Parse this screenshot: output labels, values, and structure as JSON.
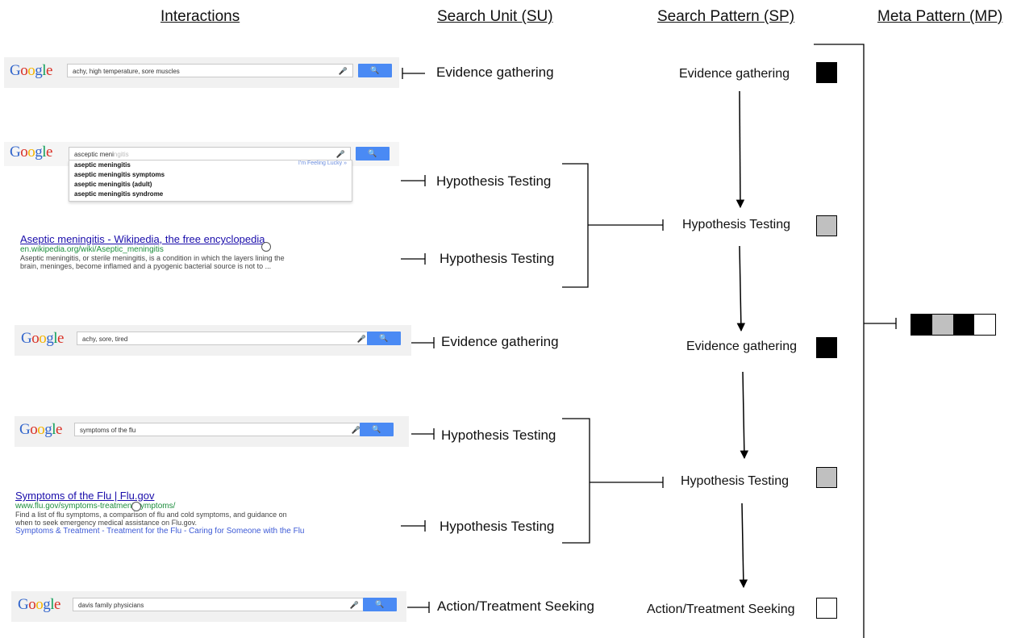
{
  "headers": {
    "interactions": "Interactions",
    "search_unit": "Search Unit (SU)",
    "search_pattern": "Search Pattern (SP)",
    "meta_pattern": "Meta Pattern (MP)"
  },
  "google_logo": "Google",
  "search_button_icon": "search-icon",
  "interactions": {
    "q1": "achy, high temperature, sore muscles",
    "q2": "asceptic meni",
    "q2_ghost": "ngitis",
    "suggestions": [
      "aseptic meningitis",
      "aseptic meningitis symptoms",
      "aseptic meningitis (adult)",
      "aseptic meningitis syndrome"
    ],
    "lucky": "I'm Feeling Lucky »",
    "r1_title": "Aseptic meningitis - Wikipedia, the free encyclopedia",
    "r1_url": "en.wikipedia.org/wiki/Aseptic_meningitis",
    "r1_snippet_1": "Aseptic meningitis, or sterile meningitis, is a condition in which the layers lining the",
    "r1_snippet_2": "brain, meninges, become inflamed and a pyogenic bacterial source is not to ...",
    "q3": "achy, sore, tired",
    "q4": "symptoms of the flu",
    "r2_title": "Symptoms of the Flu | Flu.gov",
    "r2_url": "www.flu.gov/symptoms-treatment/symptoms/",
    "r2_snippet_1": "Find a list of flu symptoms, a comparison of flu and cold symptoms, and guidance on",
    "r2_snippet_2": "when to seek emergency medical assistance on Flu.gov.",
    "r2_links": "Symptoms & Treatment - Treatment for the Flu - Caring for Someone with the Flu",
    "q5": "davis family physicians"
  },
  "search_units": [
    "Evidence gathering",
    "Hypothesis Testing",
    "Hypothesis Testing",
    "Evidence gathering",
    "Hypothesis Testing",
    "Hypothesis Testing",
    "Action/Treatment Seeking"
  ],
  "search_patterns": [
    {
      "label": "Evidence gathering",
      "color": "black"
    },
    {
      "label": "Hypothesis Testing",
      "color": "gray"
    },
    {
      "label": "Evidence gathering",
      "color": "black"
    },
    {
      "label": "Hypothesis Testing",
      "color": "gray"
    },
    {
      "label": "Action/Treatment Seeking",
      "color": "white"
    }
  ],
  "meta_pattern": [
    "black",
    "gray",
    "black",
    "white"
  ]
}
